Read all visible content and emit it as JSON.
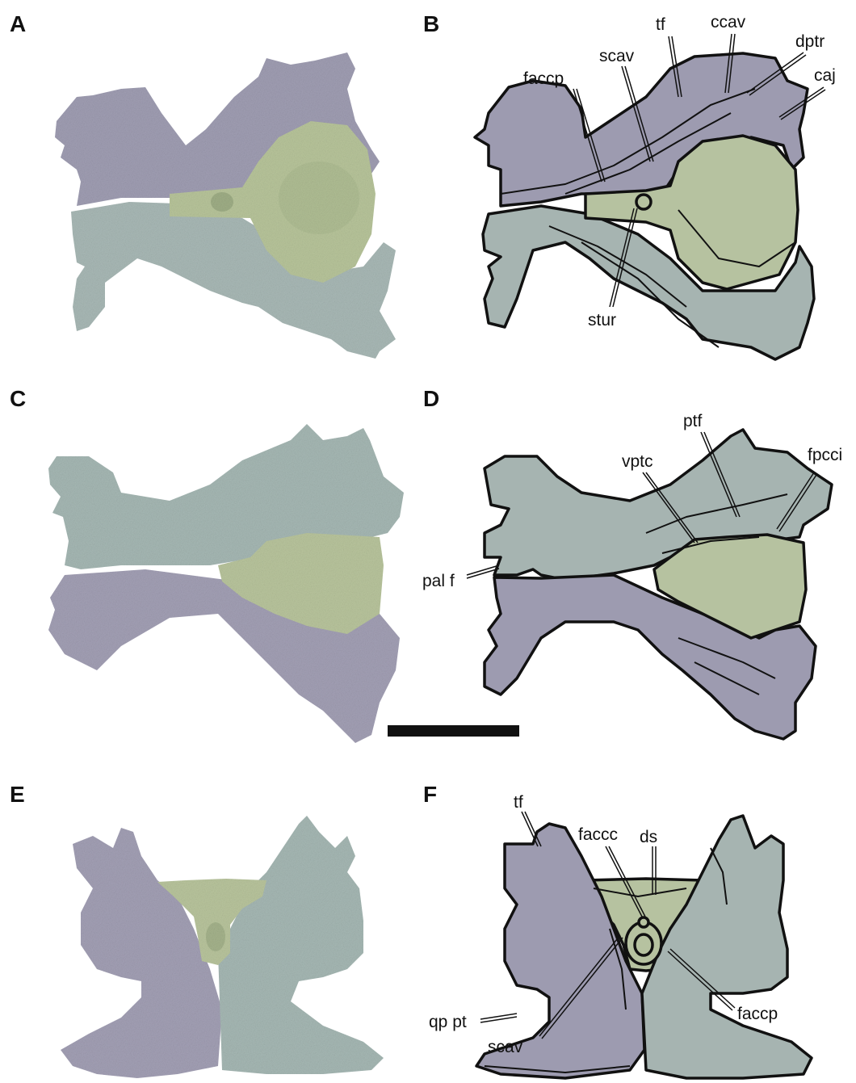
{
  "panels": {
    "A": {
      "letter": "A"
    },
    "B": {
      "letter": "B",
      "labels": {
        "tf": "tf",
        "ccav": "ccav",
        "dptr": "dptr",
        "caj": "caj",
        "scav": "scav",
        "faccp": "faccp",
        "stur": "stur"
      }
    },
    "C": {
      "letter": "C"
    },
    "D": {
      "letter": "D",
      "labels": {
        "ptf": "ptf",
        "vptc": "vptc",
        "fpcci": "fpcci",
        "palf": "pal f"
      }
    },
    "E": {
      "letter": "E"
    },
    "F": {
      "letter": "F",
      "labels": {
        "tf": "tf",
        "faccc": "faccc",
        "ds": "ds",
        "qppt": "qp pt",
        "scav": "scav",
        "faccp": "faccp"
      }
    }
  },
  "colors": {
    "purple_bone": "#9d9bb0",
    "teal_bone": "#a6b4b1",
    "green_bone": "#b6c2a0",
    "outline": "#111111",
    "scale_bar": "#111111"
  }
}
